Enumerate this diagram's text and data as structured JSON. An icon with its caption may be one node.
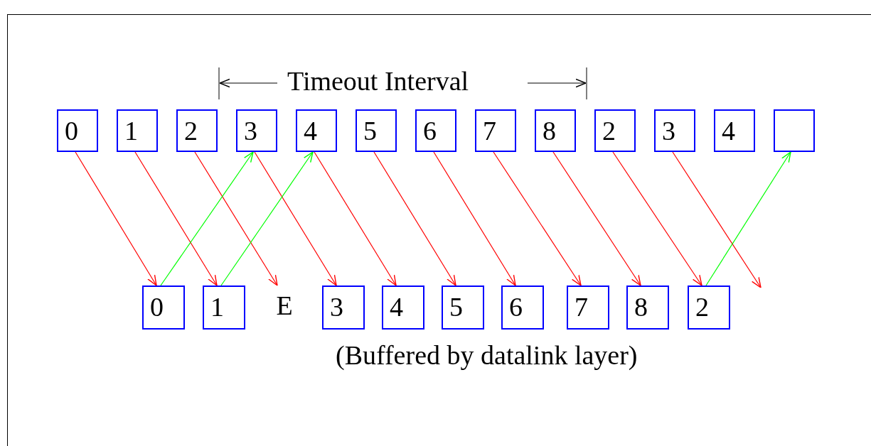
{
  "diagram": {
    "nodes": [
      {
        "text": [
          "0"
        ]
      },
      {
        "text": [
          "1"
        ]
      },
      {
        "text": [
          "2"
        ]
      },
      {
        "text": [
          "3"
        ]
      },
      {
        "text": [
          "4"
        ]
      },
      {
        "text": [
          "5"
        ]
      },
      {
        "text": [
          "6"
        ]
      },
      {
        "text": [
          "7"
        ]
      },
      {
        "text": [
          "8"
        ]
      },
      {
        "text": [
          "2"
        ]
      },
      {
        "text": [
          "3"
        ]
      },
      {
        "text": [
          "4"
        ]
      },
      {
        "text": [],
        "shape": "box"
      },
      {
        "text": [
          "0"
        ]
      },
      {
        "text": [
          "1"
        ]
      },
      {
        "text": [
          "E"
        ]
      },
      {
        "text": [
          "3"
        ]
      },
      {
        "text": [
          "4"
        ]
      },
      {
        "text": [
          "5"
        ]
      },
      {
        "text": [
          "6"
        ]
      },
      {
        "text": [
          "7"
        ]
      },
      {
        "text": [
          "8"
        ]
      },
      {
        "text": [
          "2"
        ]
      }
    ],
    "edges": [
      {
        "from": 0,
        "to": 13,
        "arrow": "to"
      },
      {
        "from": 1,
        "to": 14,
        "arrow": "to"
      },
      {
        "from": 2,
        "to": 15,
        "arrow": "to"
      },
      {
        "from": 3,
        "to": 16,
        "arrow": "to"
      },
      {
        "from": 4,
        "to": 17,
        "arrow": "to"
      },
      {
        "from": 5,
        "to": 18,
        "arrow": "to"
      },
      {
        "from": 6,
        "to": 19,
        "arrow": "to"
      },
      {
        "from": 7,
        "to": 20,
        "arrow": "to"
      },
      {
        "from": 8,
        "to": 21,
        "arrow": "to"
      },
      {
        "from": 9,
        "to": 22,
        "arrow": "to"
      },
      {
        "from": 10,
        "to": null,
        "arrow": "to"
      },
      {
        "from": 13,
        "to": 3,
        "arrow": "to",
        "color": "#00ff00"
      },
      {
        "from": 14,
        "to": 4,
        "arrow": "to",
        "color": "#00ff00"
      },
      {
        "from": 22,
        "to": 12,
        "arrow": "to",
        "color": "#00ff00"
      }
    ],
    "labels": [
      "Timeout Interval",
      "(Buffered by datalink layer)"
    ]
  }
}
